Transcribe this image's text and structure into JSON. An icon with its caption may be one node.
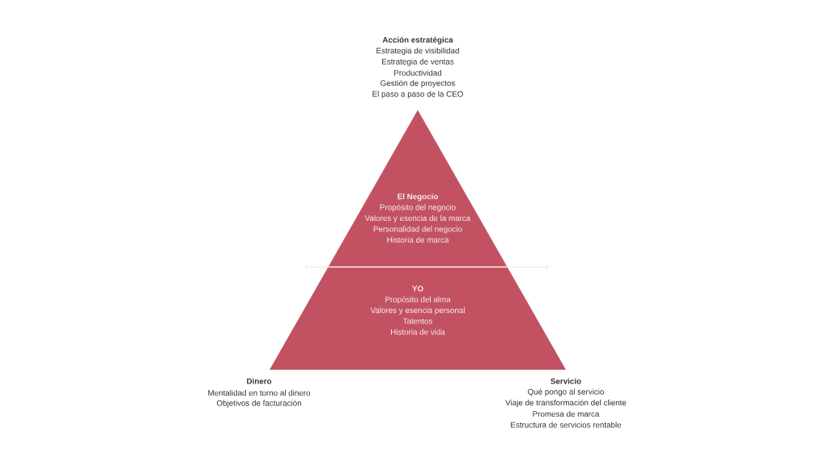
{
  "diagram": {
    "nodes": [
      {
        "text": [
          "El Negocio",
          "Propósito del negocio",
          "Valores y esencia de la marca",
          "Personalidad del negocio",
          "Historia de marca"
        ]
      },
      {
        "text": [
          "YO",
          "Propósito del alma",
          "Valores y esencia personal",
          "Talentos",
          "Historia de vida"
        ]
      }
    ],
    "labels": [
      "Acción estratégica",
      "Estrategia de visibilidad",
      "Estrategia de ventas",
      "Productividad",
      "Gestión de proyectos",
      "El paso a paso de la CEO",
      "Dinero",
      "Mentalidad en torno al dinero",
      "Objetivos de facturación",
      "Servicio",
      "Qué pongo al servicio",
      "Viaje de transformación del cliente",
      "Promesa de marca",
      "Estructura de servicios rentable"
    ]
  }
}
